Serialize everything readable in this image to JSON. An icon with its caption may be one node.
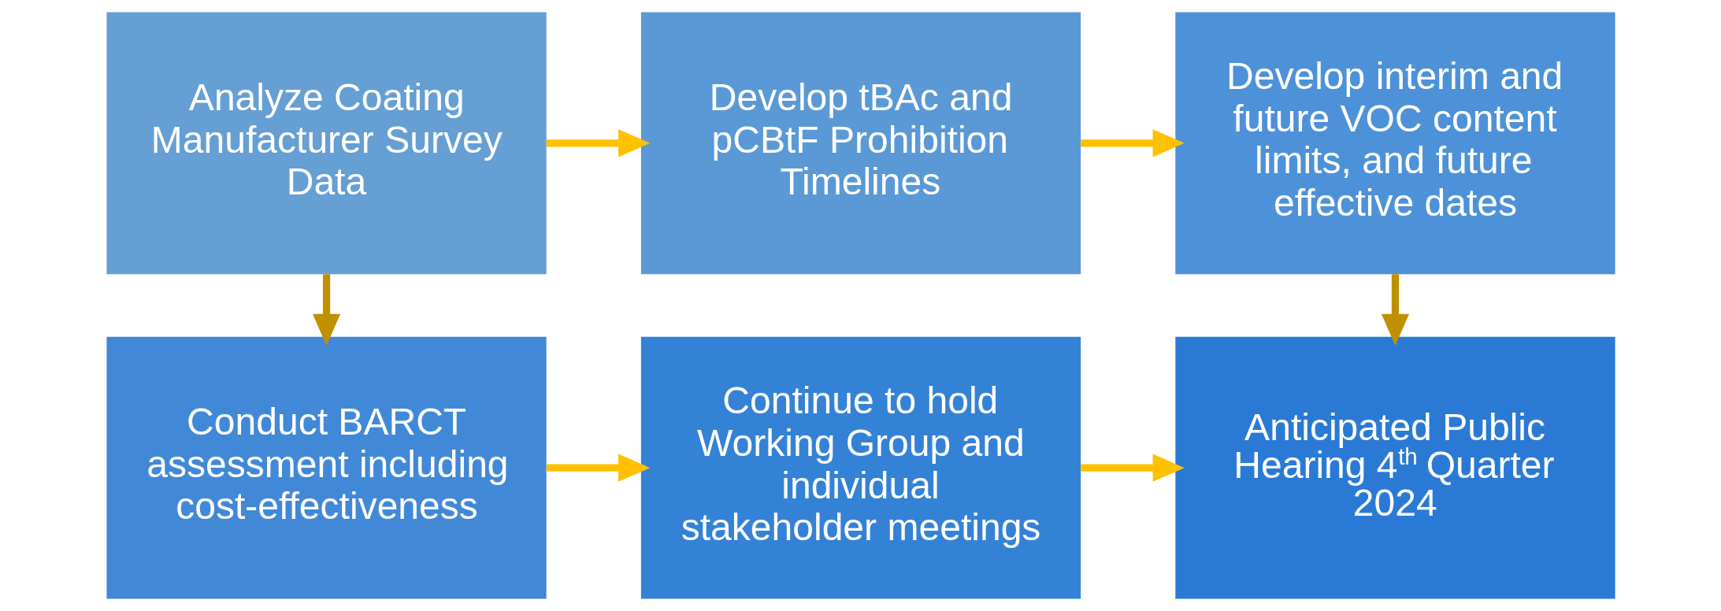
{
  "diagram": {
    "nodes": [
      {
        "text": [
          "Analyze Coating Manufacturer Survey Data"
        ]
      },
      {
        "text": [
          "Develop tBAc and pCBtF Prohibition Timelines"
        ]
      },
      {
        "text": [
          "Develop interim and future VOC content limits, and future effective dates"
        ]
      },
      {
        "text": [
          "Conduct BARCT assessment including cost-effectiveness"
        ]
      },
      {
        "text": [
          "Continue to hold Working Group and individual stakeholder meetings"
        ]
      },
      {
        "text": [
          "Anticipated Public Hearing 4$^{th}$ Quarter 2024"
        ]
      }
    ],
    "edges": [
      {
        "from": 0,
        "to": 1,
        "arrow": "to"
      },
      {
        "from": 1,
        "to": 2,
        "arrow": "to"
      },
      {
        "from": 2,
        "to": 5,
        "arrow": "to",
        "color": "#bf9000"
      },
      {
        "from": 0,
        "to": 3,
        "arrow": "to",
        "color": "#bf9000"
      },
      {
        "from": 3,
        "to": 4,
        "arrow": "to"
      },
      {
        "from": 4,
        "to": 5,
        "arrow": "to"
      }
    ]
  }
}
